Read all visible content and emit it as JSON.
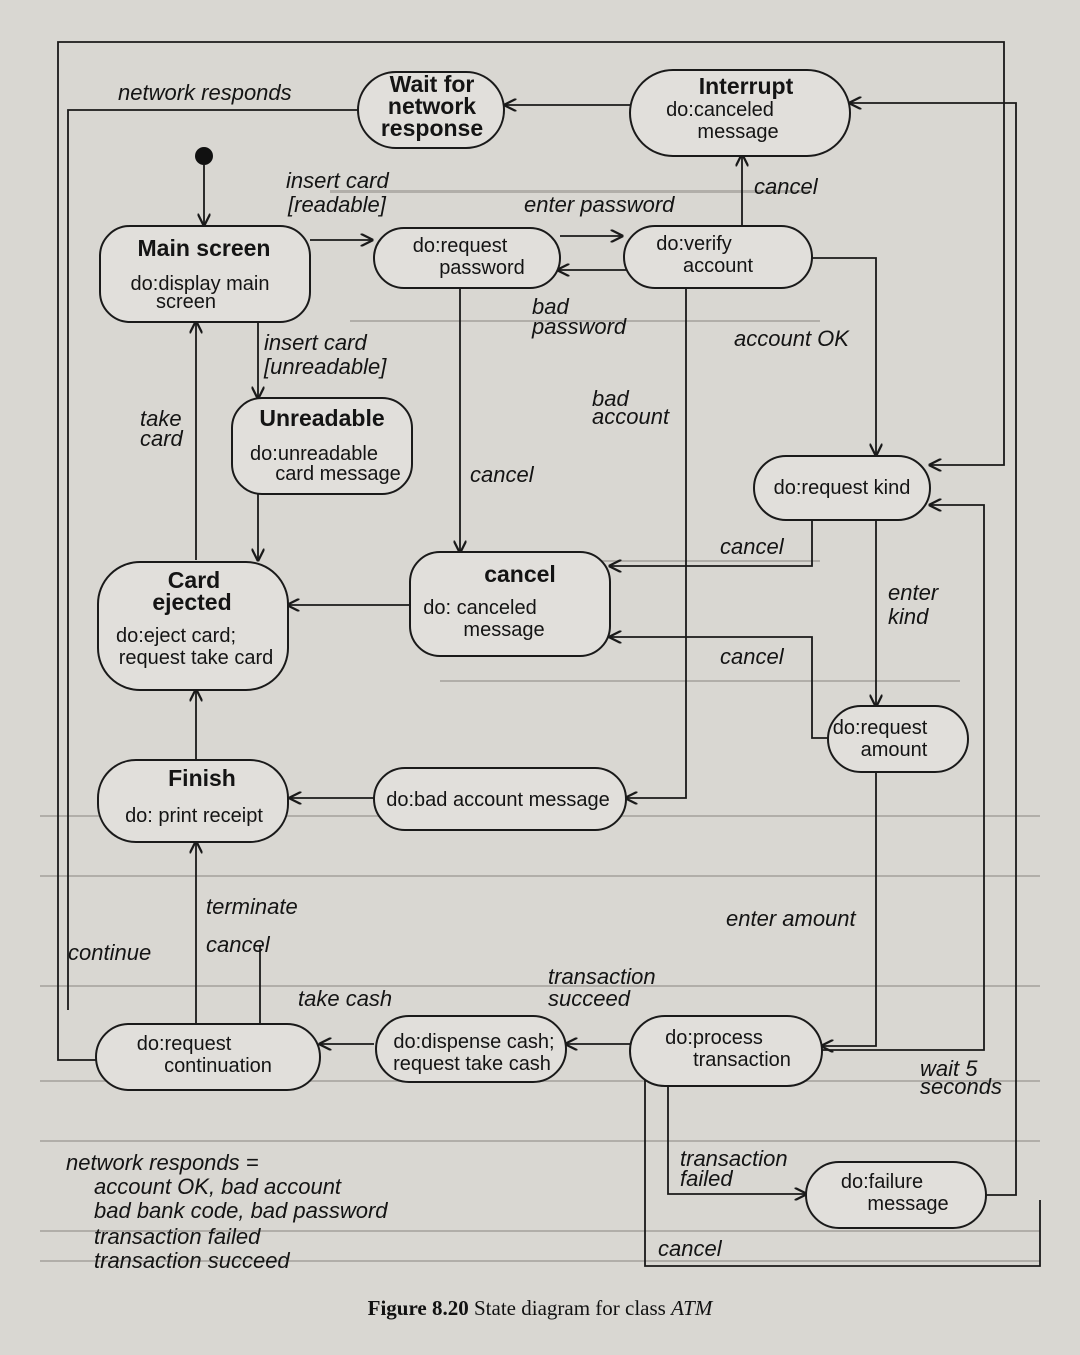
{
  "states": {
    "wait_network": {
      "name1": "Wait for",
      "name2": "network",
      "name3": "response"
    },
    "interrupt": {
      "name": "Interrupt",
      "act1": "do:canceled",
      "act2": "message"
    },
    "main_screen": {
      "name": "Main screen",
      "act1": "do:display main",
      "act2": "screen"
    },
    "request_password": {
      "act1": "do:request",
      "act2": "password"
    },
    "verify_account": {
      "act1": "do:verify",
      "act2": "account"
    },
    "unreadable": {
      "name": "Unreadable",
      "act1": "do:unreadable",
      "act2": "card message"
    },
    "request_kind": {
      "act1": "do:request kind"
    },
    "card_ejected": {
      "name1": "Card",
      "name2": "ejected",
      "act1": "do:eject card;",
      "act2": "request take card"
    },
    "cancel": {
      "name": "cancel",
      "act1": "do: canceled",
      "act2": "message"
    },
    "request_amount": {
      "act1": "do:request",
      "act2": "amount"
    },
    "finish": {
      "name": "Finish",
      "act1": "do: print receipt"
    },
    "bad_account": {
      "act1": "do:bad account message"
    },
    "request_continuation": {
      "act1": "do:request",
      "act2": "continuation"
    },
    "dispense_cash": {
      "act1": "do:dispense cash;",
      "act2": "request take cash"
    },
    "process_transaction": {
      "act1": "do:process",
      "act2": "transaction"
    },
    "failure": {
      "act1": "do:failure",
      "act2": "message"
    }
  },
  "events": {
    "network_responds": "network responds",
    "insert_card_readable_1": "insert card",
    "insert_card_readable_2": "[readable]",
    "enter_password": "enter password",
    "cancel_interrupt": "cancel",
    "bad_password_1": "bad",
    "bad_password_2": "password",
    "account_ok": "account OK",
    "insert_card_unreadable_1": "insert card",
    "insert_card_unreadable_2": "[unreadable]",
    "take_card_1": "take",
    "take_card_2": "card",
    "bad_account_1": "bad",
    "bad_account_2": "account",
    "cancel_unreadable": "cancel",
    "cancel_kind": "cancel",
    "enter_kind_1": "enter",
    "enter_kind_2": "kind",
    "cancel_amount": "cancel",
    "terminate": "terminate",
    "enter_amount": "enter amount",
    "continue": "continue",
    "cancel_continuation": "cancel",
    "transaction_succeed_1": "transaction",
    "transaction_succeed_2": "succeed",
    "take_cash": "take cash",
    "wait_5_1": "wait 5",
    "wait_5_2": "seconds",
    "transaction_failed_1": "transaction",
    "transaction_failed_2": "failed",
    "cancel_failure": "cancel"
  },
  "note": {
    "line1": "network responds =",
    "line2": "account OK, bad account",
    "line3": "bad bank code, bad password",
    "line4": "transaction failed",
    "line5": "transaction succeed"
  },
  "caption": {
    "label": "Figure 8.20",
    "text": "State diagram for class",
    "class_name": "ATM"
  }
}
